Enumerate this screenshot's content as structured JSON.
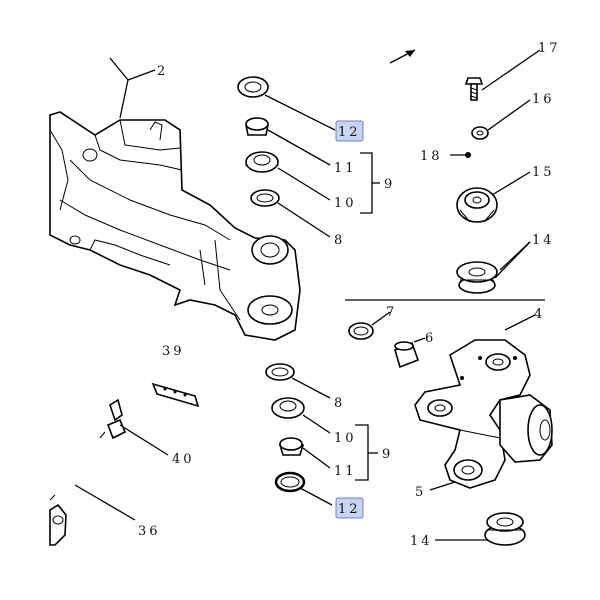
{
  "callouts": {
    "c2": "2",
    "c12_top": "12",
    "c11_top": "11",
    "c10_top": "10",
    "c9_top": "9",
    "c8_top": "8",
    "c17": "17",
    "c16": "16",
    "c18": "18",
    "c15": "15",
    "c14_top": "14",
    "c4": "4",
    "c7": "7",
    "c6": "6",
    "c39": "39",
    "c8_bot": "8",
    "c10_bot": "10",
    "c9_bot": "9",
    "c11_bot": "11",
    "c12_bot": "12",
    "c40": "40",
    "c5": "5",
    "c36": "36",
    "c14_bot": "14"
  },
  "colors": {
    "highlight": "#c9d3f3",
    "highlight_border": "#6b7fc9",
    "ink": "#000000"
  }
}
